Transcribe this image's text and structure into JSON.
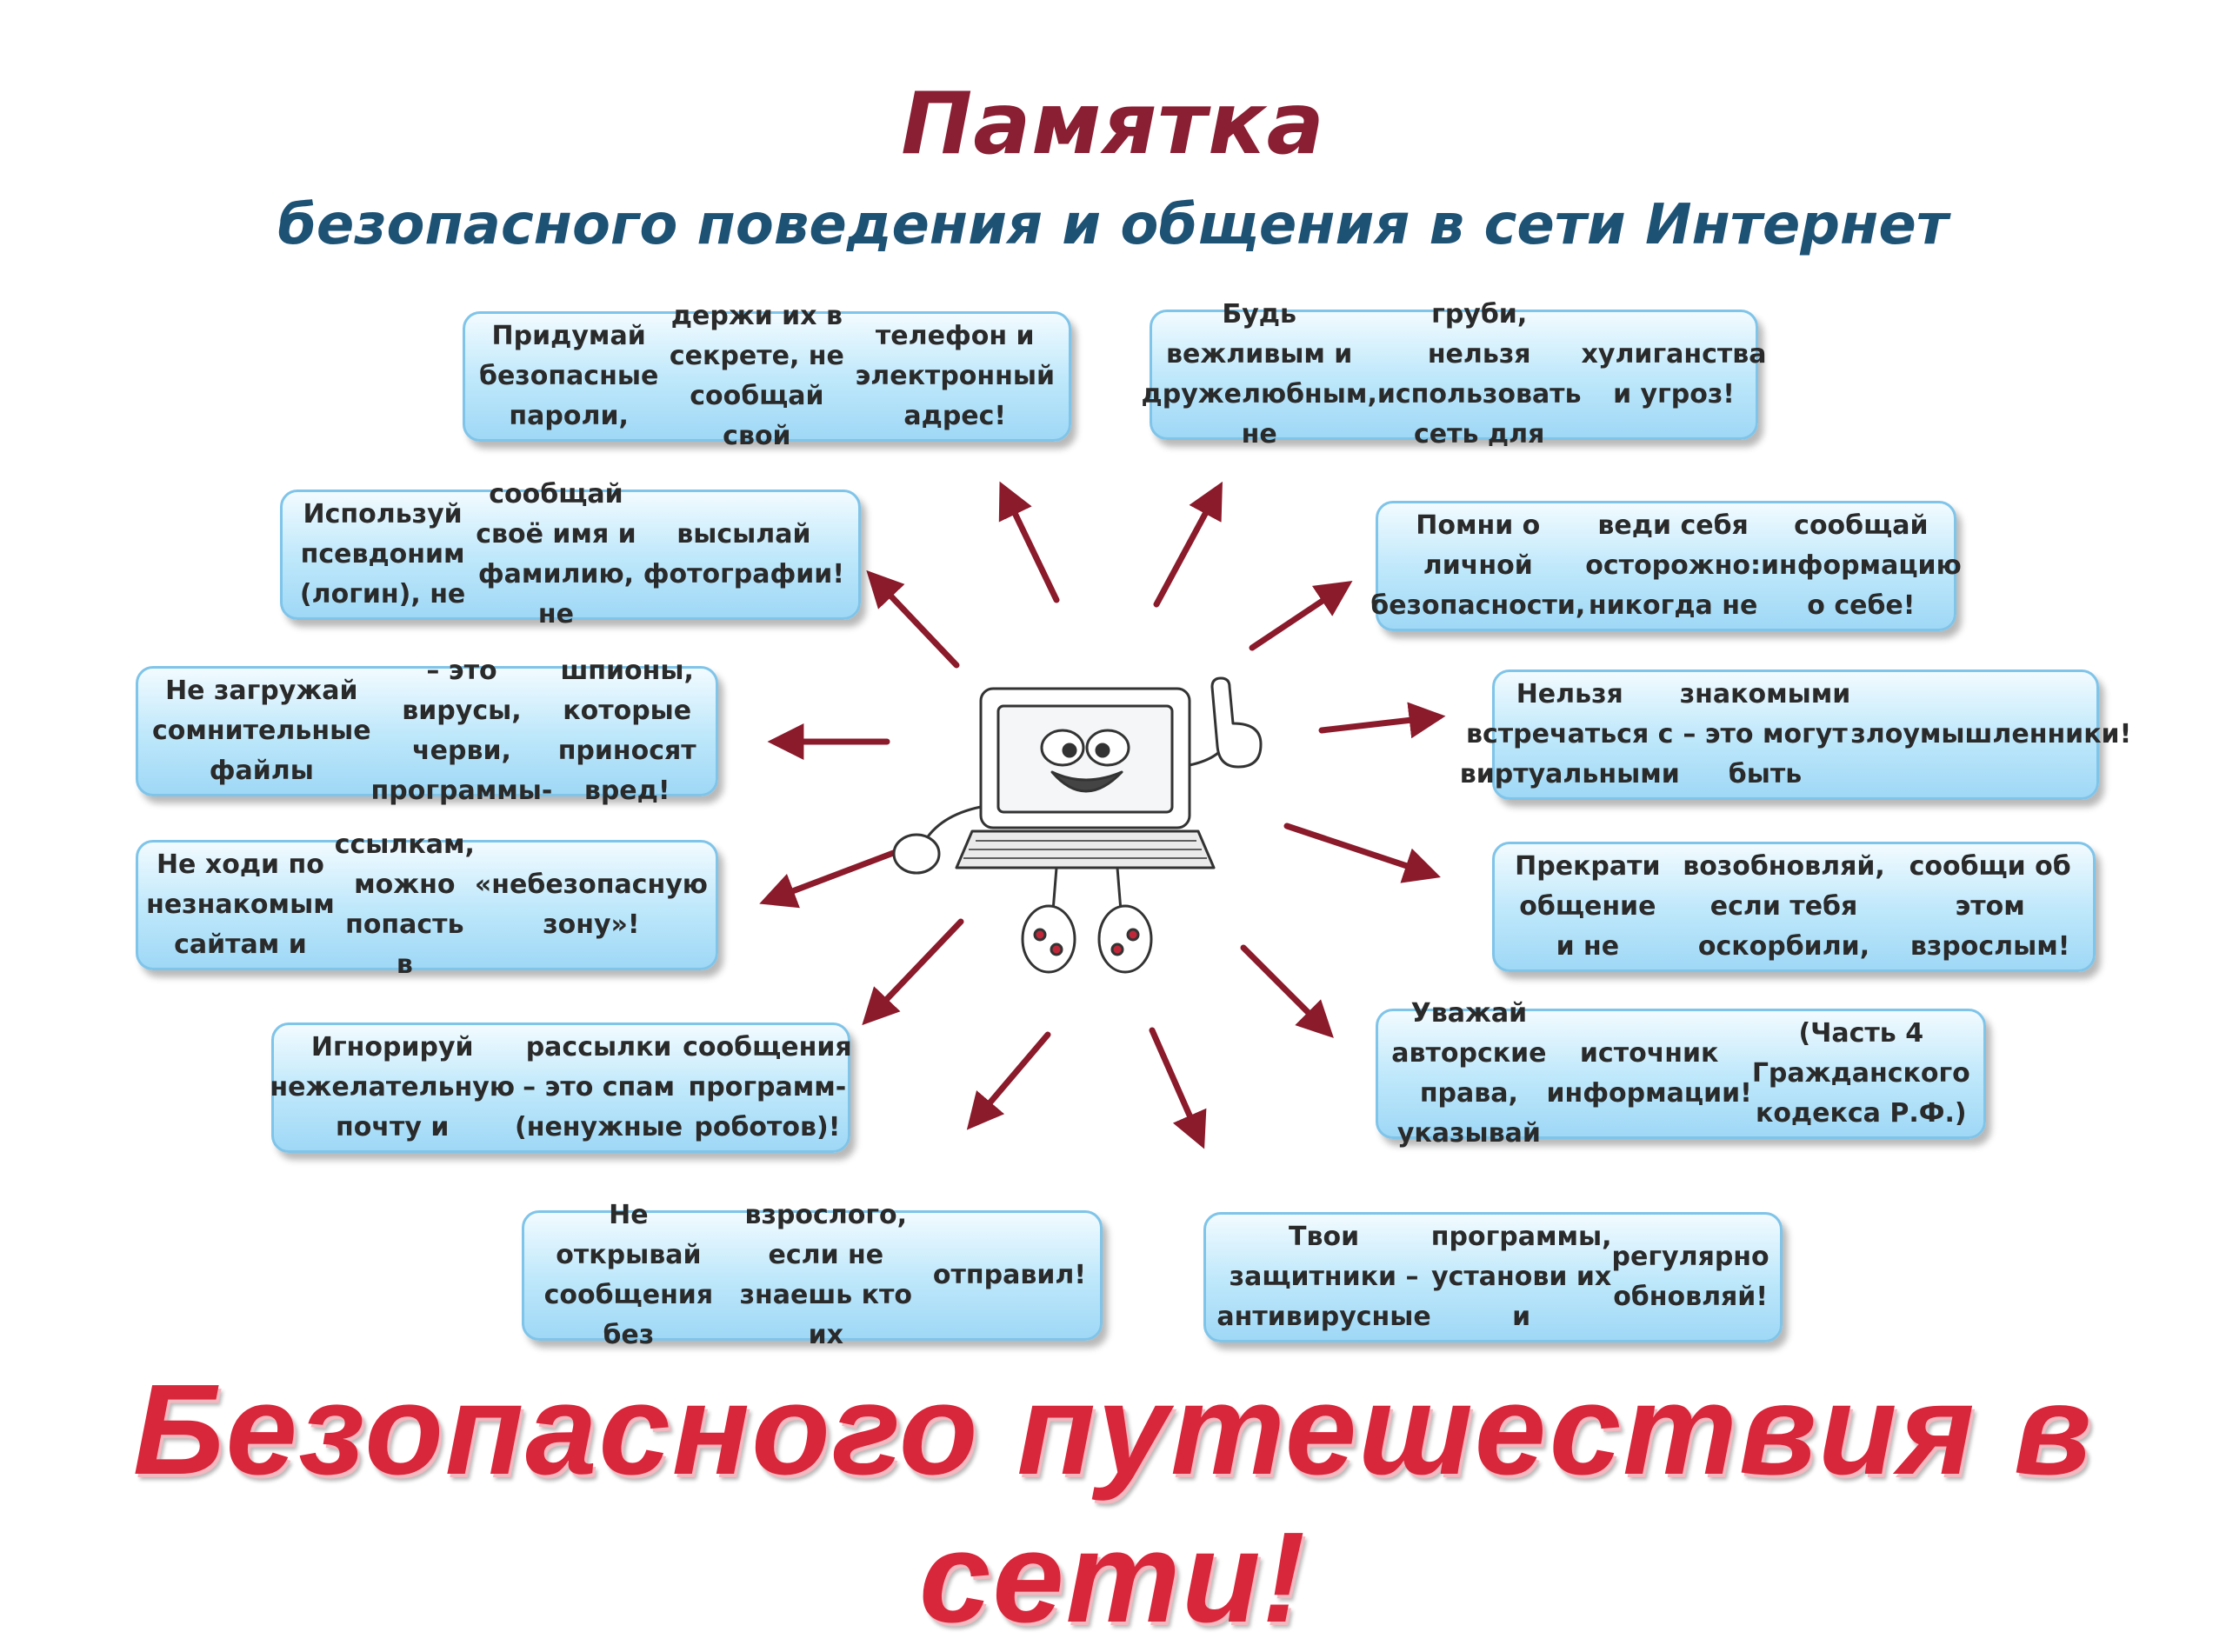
{
  "title": "Памятка",
  "subtitle": "безопасного поведения и общения в сети Интернет",
  "tips": [
    {
      "id": "passwords",
      "lines": [
        "Придумай безопасные пароли,",
        "держи их в секрете, не сообщай свой",
        "телефон и электронный адрес!"
      ]
    },
    {
      "id": "polite",
      "lines": [
        "Будь вежливым и дружелюбным, не",
        "груби, нельзя использовать сеть для",
        "хулиганства и угроз!"
      ]
    },
    {
      "id": "nickname",
      "lines": [
        "Используй псевдоним (логин), не",
        "сообщай своё имя и фамилию, не",
        "высылай фотографии!"
      ]
    },
    {
      "id": "personal-safety",
      "lines": [
        "Помни о личной безопасности,",
        "веди себя осторожно: никогда не",
        "сообщай информацию о себе!"
      ]
    },
    {
      "id": "files",
      "lines": [
        "Не загружай сомнительные файлы",
        "– это вирусы, черви, программы-",
        "шпионы, которые приносят вред!"
      ]
    },
    {
      "id": "meetings",
      "lines": [
        "Нельзя встречаться с виртуальными",
        "знакомыми – это могут быть",
        "злоумышленники!"
      ]
    },
    {
      "id": "unknown-sites",
      "lines": [
        "Не ходи по незнакомым сайтам и",
        "ссылкам, можно попасть в",
        "«небезопасную зону»!"
      ]
    },
    {
      "id": "stop-contact",
      "lines": [
        "Прекрати общение и не",
        "возобновляй, если тебя оскорбили,",
        "сообщи об этом взрослым!"
      ]
    },
    {
      "id": "spam",
      "lines": [
        "Игнорируй нежелательную почту и",
        "рассылки – это спам (ненужные",
        "сообщения программ-роботов)!"
      ]
    },
    {
      "id": "copyright",
      "lines": [
        "Уважай авторские  права, указывай",
        "источник информации!",
        "(Часть 4 Гражданского кодекса Р.Ф.)"
      ]
    },
    {
      "id": "messages",
      "lines": [
        "Не открывай сообщения без",
        "взрослого, если не знаешь кто их",
        "отправил!"
      ]
    },
    {
      "id": "antivirus",
      "lines": [
        "Твои защитники – антивирусные",
        "программы, установи их и",
        "регулярно обновляй!"
      ]
    }
  ],
  "footer": "Безопасного путешествия в сети!",
  "colors": {
    "title": "#8a1e33",
    "subtitle": "#1d5275",
    "arrow": "#8b1a2b",
    "box_border": "#7fc4e9",
    "footer": "#d8263a"
  },
  "mascot_icon": "laptop-mascot-icon"
}
